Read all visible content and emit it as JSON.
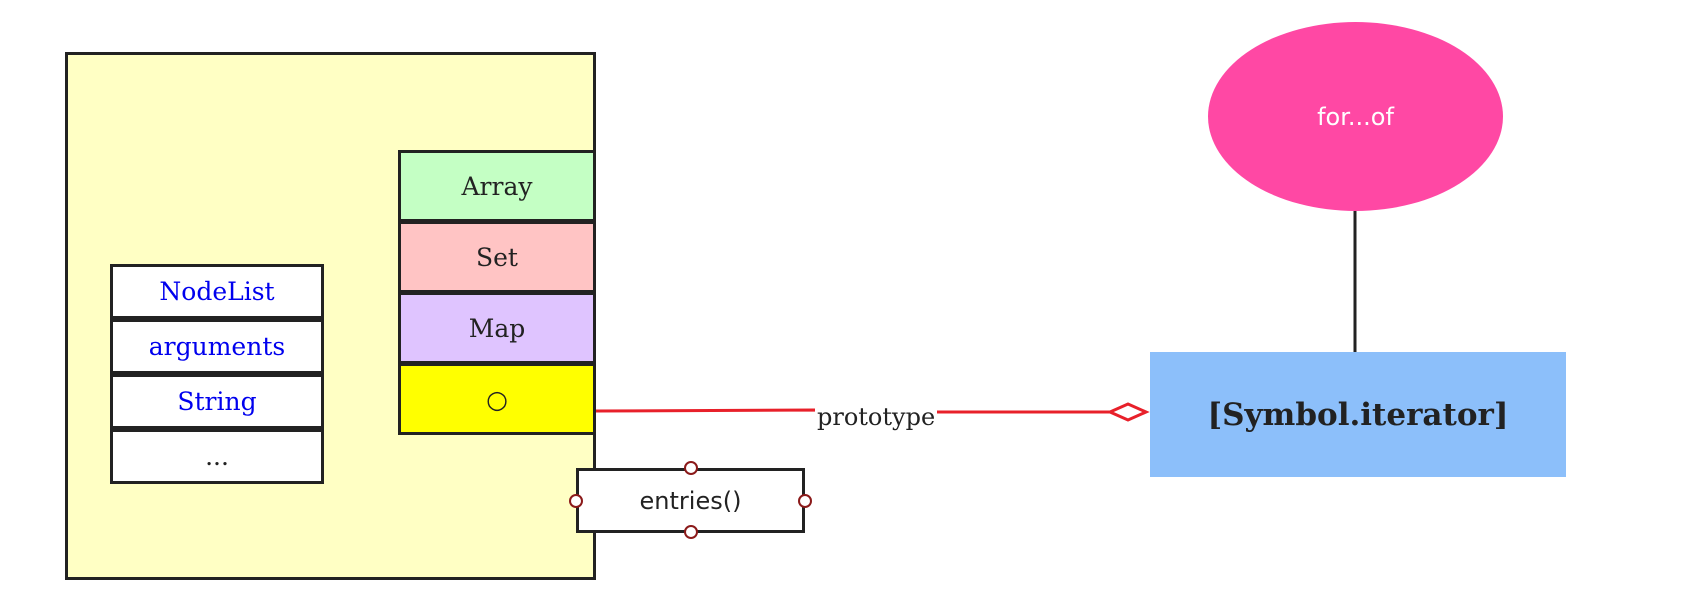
{
  "container": {
    "list_items": [
      {
        "label": "NodeList",
        "style": "link"
      },
      {
        "label": "arguments",
        "style": "link"
      },
      {
        "label": "String",
        "style": "link"
      },
      {
        "label": "...",
        "style": "plain"
      }
    ],
    "stack": [
      {
        "label": "Array",
        "fill": "#c4ffc4"
      },
      {
        "label": "Set",
        "fill": "#ffc4c4"
      },
      {
        "label": "Map",
        "fill": "#dfc4ff"
      },
      {
        "label": "○",
        "fill": "#ffff00"
      }
    ],
    "method": {
      "label": "entries()"
    }
  },
  "loop": {
    "label": "for...of"
  },
  "target": {
    "label": "[Symbol.iterator]"
  },
  "connector": {
    "label": "prototype",
    "color": "#e8202a"
  },
  "colors": {
    "link_text": "#0000ee",
    "ellipse": "#ff48a4",
    "box": "#8cbffa",
    "container": "#ffffc4"
  }
}
